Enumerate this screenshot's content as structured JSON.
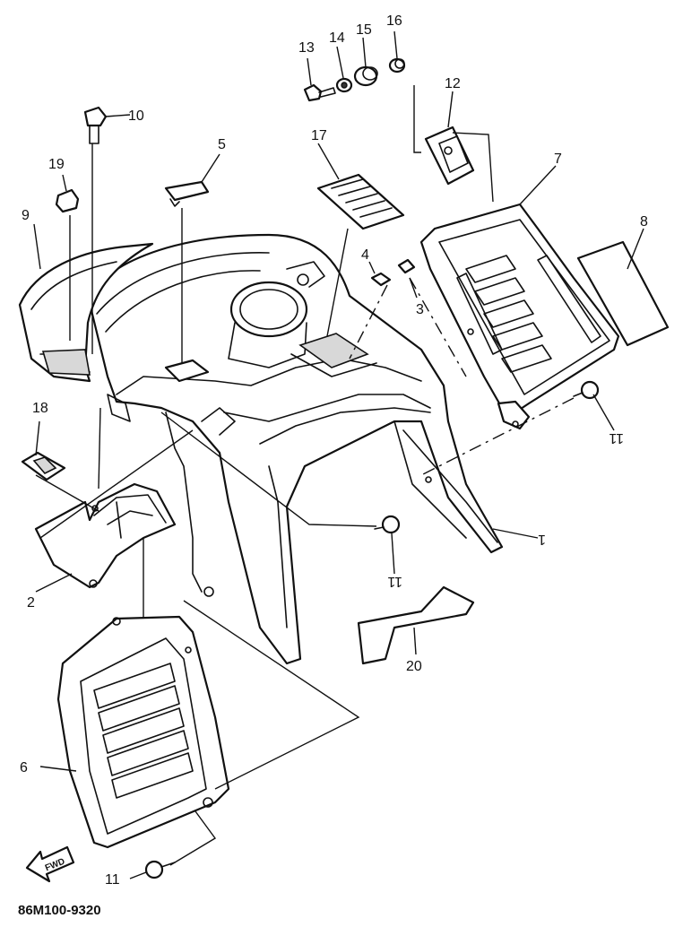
{
  "diagram": {
    "callouts": {
      "c1": "1",
      "c2": "2",
      "c3": "3",
      "c4": "4",
      "c5": "5",
      "c6": "6",
      "c7": "7",
      "c8": "8",
      "c9": "9",
      "c10": "10",
      "c11a": "11",
      "c11b": "11",
      "c11c": "11",
      "c12": "12",
      "c13": "13",
      "c14": "14",
      "c15": "15",
      "c16": "16",
      "c17": "17",
      "c18": "18",
      "c19": "19",
      "c20": "20"
    },
    "forward_arrow_text": "FWD",
    "drawing_code": "86M100-9320"
  }
}
